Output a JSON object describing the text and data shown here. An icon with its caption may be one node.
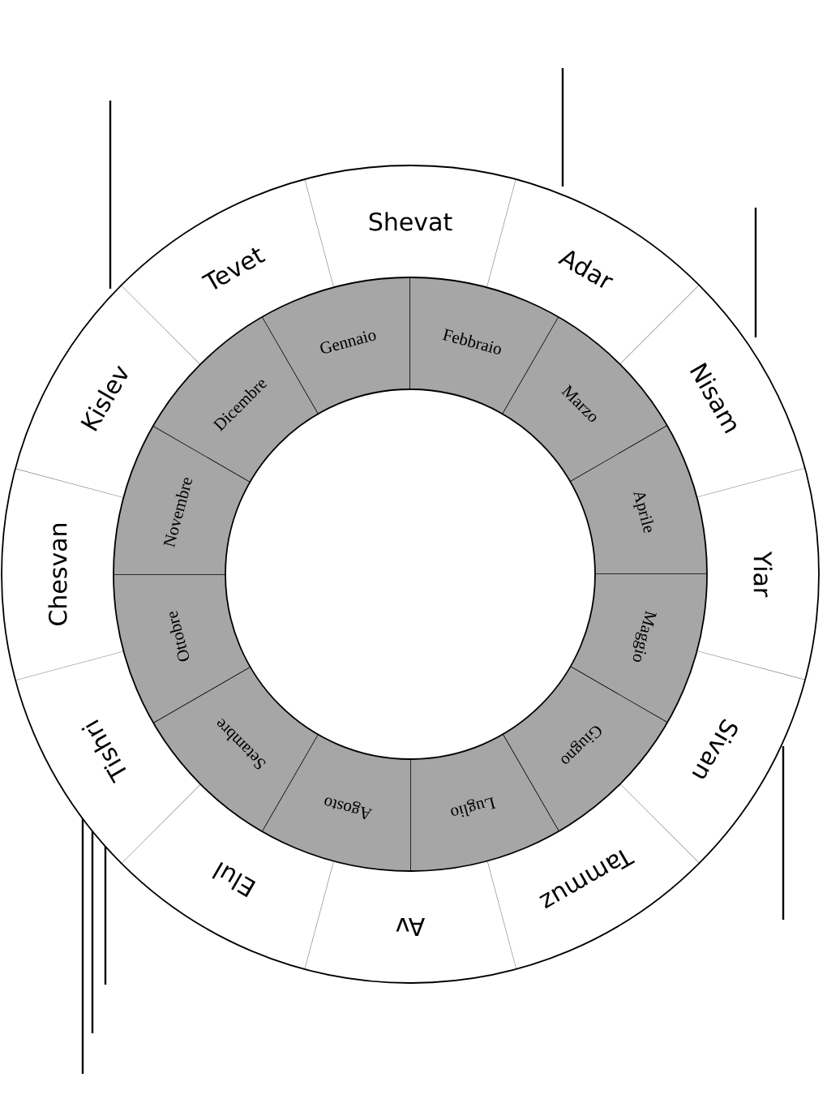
{
  "diagram": {
    "nodes": [
      {
        "text": [
          "Shevat"
        ]
      },
      {
        "text": [
          "Adar"
        ]
      },
      {
        "text": [
          "Nisam"
        ]
      },
      {
        "text": [
          "Yiar"
        ]
      },
      {
        "text": [
          "Sivan"
        ]
      },
      {
        "text": [
          "Tammuz"
        ]
      },
      {
        "text": [
          "Av"
        ]
      },
      {
        "text": [
          "Elul"
        ]
      },
      {
        "text": [
          "Tishri"
        ]
      },
      {
        "text": [
          "Chesvan"
        ]
      },
      {
        "text": [
          "Kislev"
        ]
      },
      {
        "text": [
          "Tevet"
        ]
      },
      {
        "text": [
          "Gennaio"
        ]
      },
      {
        "text": [
          "Febbraio"
        ]
      },
      {
        "text": [
          "Marzo"
        ]
      },
      {
        "text": [
          "Aprile"
        ]
      },
      {
        "text": [
          "Maggio"
        ]
      },
      {
        "text": [
          "Giugno"
        ]
      },
      {
        "text": [
          "Luglio"
        ]
      },
      {
        "text": [
          "Agosto"
        ]
      },
      {
        "text": [
          "Setambre"
        ]
      },
      {
        "text": [
          "Ottobre"
        ]
      },
      {
        "text": [
          "Novembre"
        ]
      },
      {
        "text": [
          "Dicembre"
        ]
      }
    ]
  }
}
